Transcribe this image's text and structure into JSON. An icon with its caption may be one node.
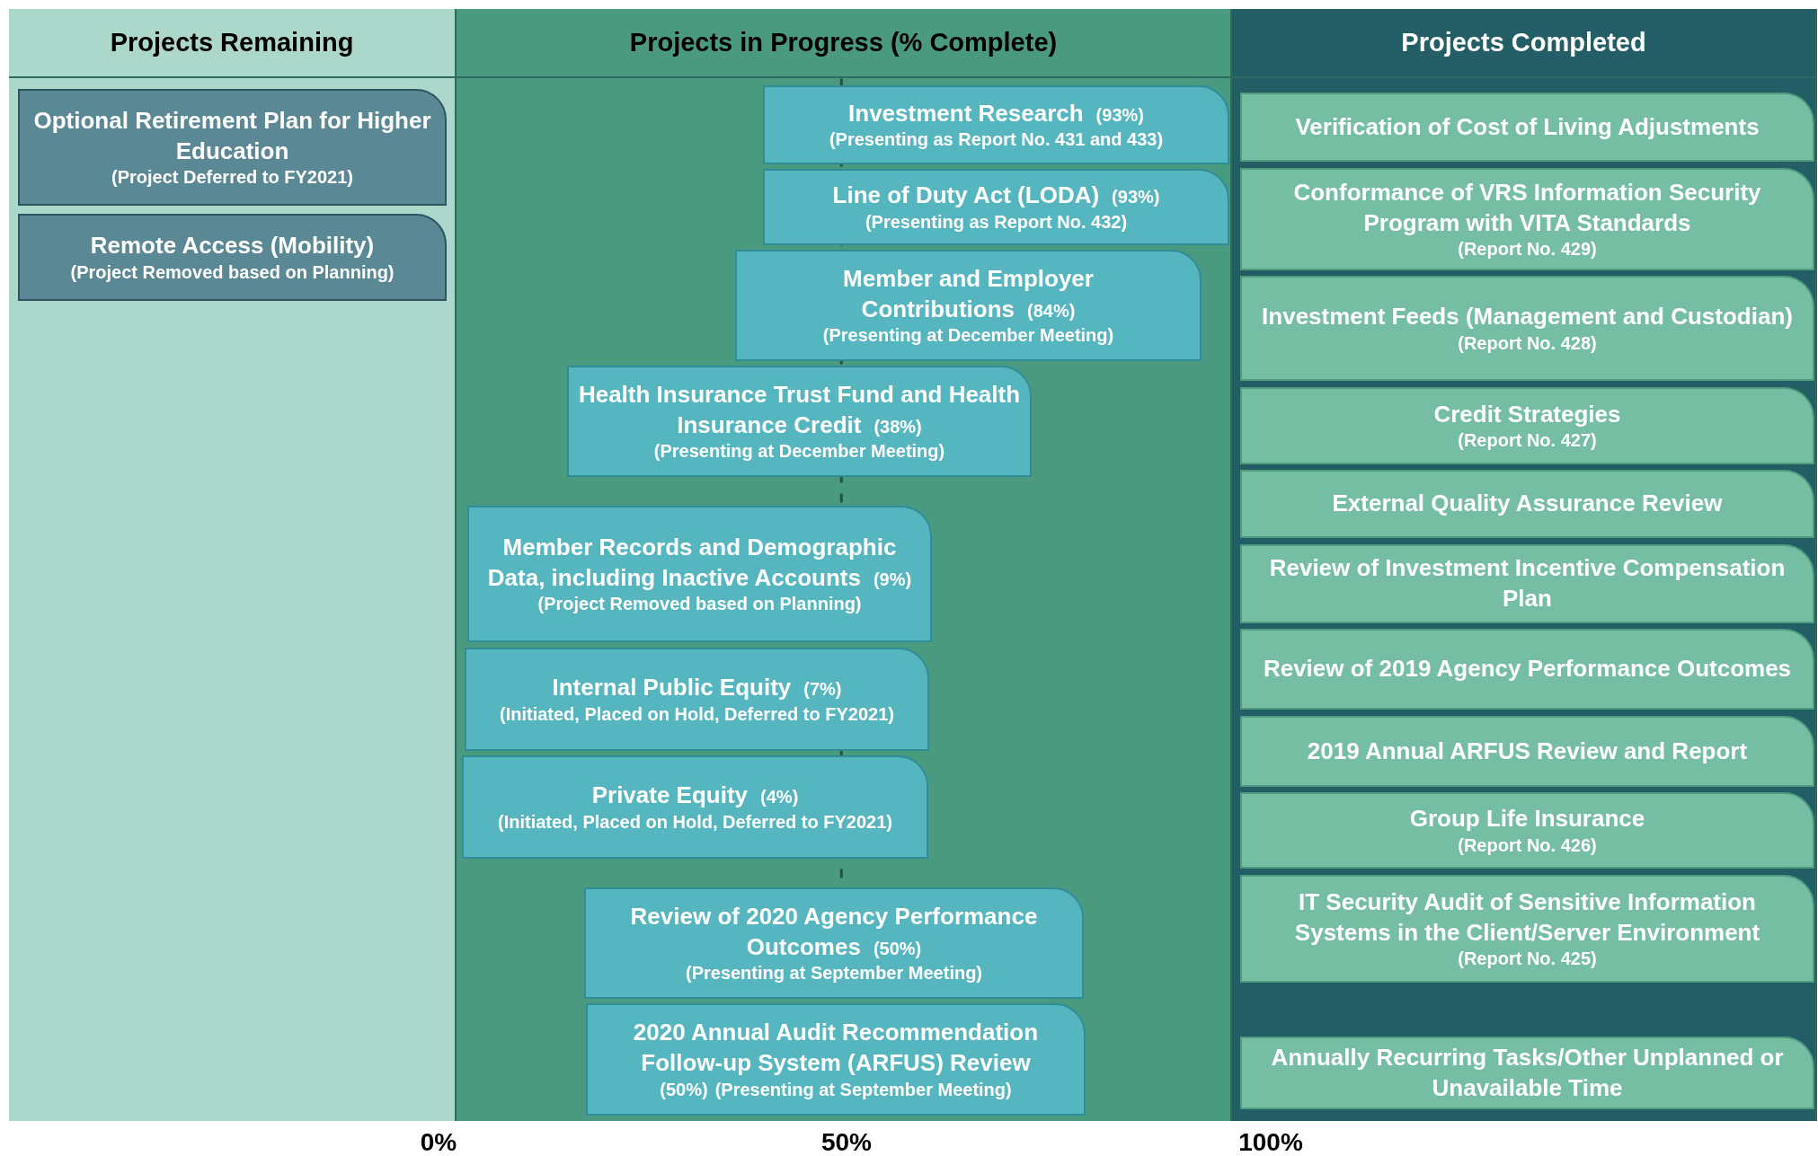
{
  "diagram": {
    "nodes": [
      {
        "text": [
          "Projects Remaining"
        ]
      },
      {
        "text": [
          "Optional Retirement Plan for Higher Education",
          "(Project Deferred to FY2021)"
        ],
        "in": 0
      },
      {
        "text": [
          "Remote Access (Mobility)",
          "(Project Removed based on Planning)"
        ],
        "in": 0
      },
      {
        "text": [
          "Projects in Progress (% Complete)"
        ]
      },
      {
        "text": [
          "Investment Research",
          "(93%)",
          "(Presenting as Report No. 431 and 433)"
        ],
        "in": 3
      },
      {
        "text": [
          "Line of Duty Act (LODA)",
          "(93%)",
          "(Presenting as Report No. 432)"
        ],
        "in": 3
      },
      {
        "text": [
          "Member and Employer Contributions",
          "(84%)",
          "(Presenting at December Meeting)"
        ],
        "in": 3
      },
      {
        "text": [
          "Health Insurance Trust Fund and Health Insurance Credit",
          "(38%)",
          "(Presenting at December Meeting)"
        ],
        "in": 3
      },
      {
        "text": [
          "Member Records and Demographic Data, including Inactive Accounts",
          "(9%)",
          "(Project Removed based on Planning)"
        ],
        "in": 3
      },
      {
        "text": [
          "Internal Public Equity",
          "(7%)",
          "(Initiated, Placed on Hold, Deferred to FY2021)"
        ],
        "in": 3
      },
      {
        "text": [
          "Private Equity",
          "(4%)",
          "(Initiated, Placed on Hold, Deferred to FY2021)"
        ],
        "in": 3
      },
      {
        "text": [
          "Review of 2020 Agency Performance Outcomes",
          "(50%)",
          "(Presenting at September Meeting)"
        ],
        "in": 3
      },
      {
        "text": [
          "2020 Annual Audit Recommendation Follow-up System (ARFUS) Review",
          "(50%)",
          "(Presenting at September Meeting)"
        ],
        "in": 3
      },
      {
        "text": [
          "Projects Completed"
        ]
      },
      {
        "text": [
          "Verification of Cost of Living Adjustments"
        ],
        "in": 13
      },
      {
        "text": [
          "Conformance of VRS Information Security Program with VITA Standards",
          "(Report No. 429)"
        ],
        "in": 13
      },
      {
        "text": [
          "Investment Feeds (Management and Custodian)",
          "(Report No. 428)"
        ],
        "in": 13
      },
      {
        "text": [
          "Credit Strategies",
          "(Report No. 427)"
        ],
        "in": 13
      },
      {
        "text": [
          "External Quality Assurance Review"
        ],
        "in": 13
      },
      {
        "text": [
          "Review of Investment Incentive Compensation Plan"
        ],
        "in": 13
      },
      {
        "text": [
          "Review of 2019 Agency Performance Outcomes"
        ],
        "in": 13
      },
      {
        "text": [
          "2019 Annual ARFUS Review and Report"
        ],
        "in": 13
      },
      {
        "text": [
          "Group Life Insurance",
          "(Report No. 426)"
        ],
        "in": 13
      },
      {
        "text": [
          "IT Security Audit of Sensitive Information Systems in the Client/Server Environment",
          "(Report No. 425)"
        ],
        "in": 13
      },
      {
        "text": [
          "Annually Recurring Tasks/Other Unplanned or Unavailable Time"
        ],
        "in": 13
      }
    ],
    "labels": [
      "0%",
      "50%",
      "100%"
    ]
  }
}
